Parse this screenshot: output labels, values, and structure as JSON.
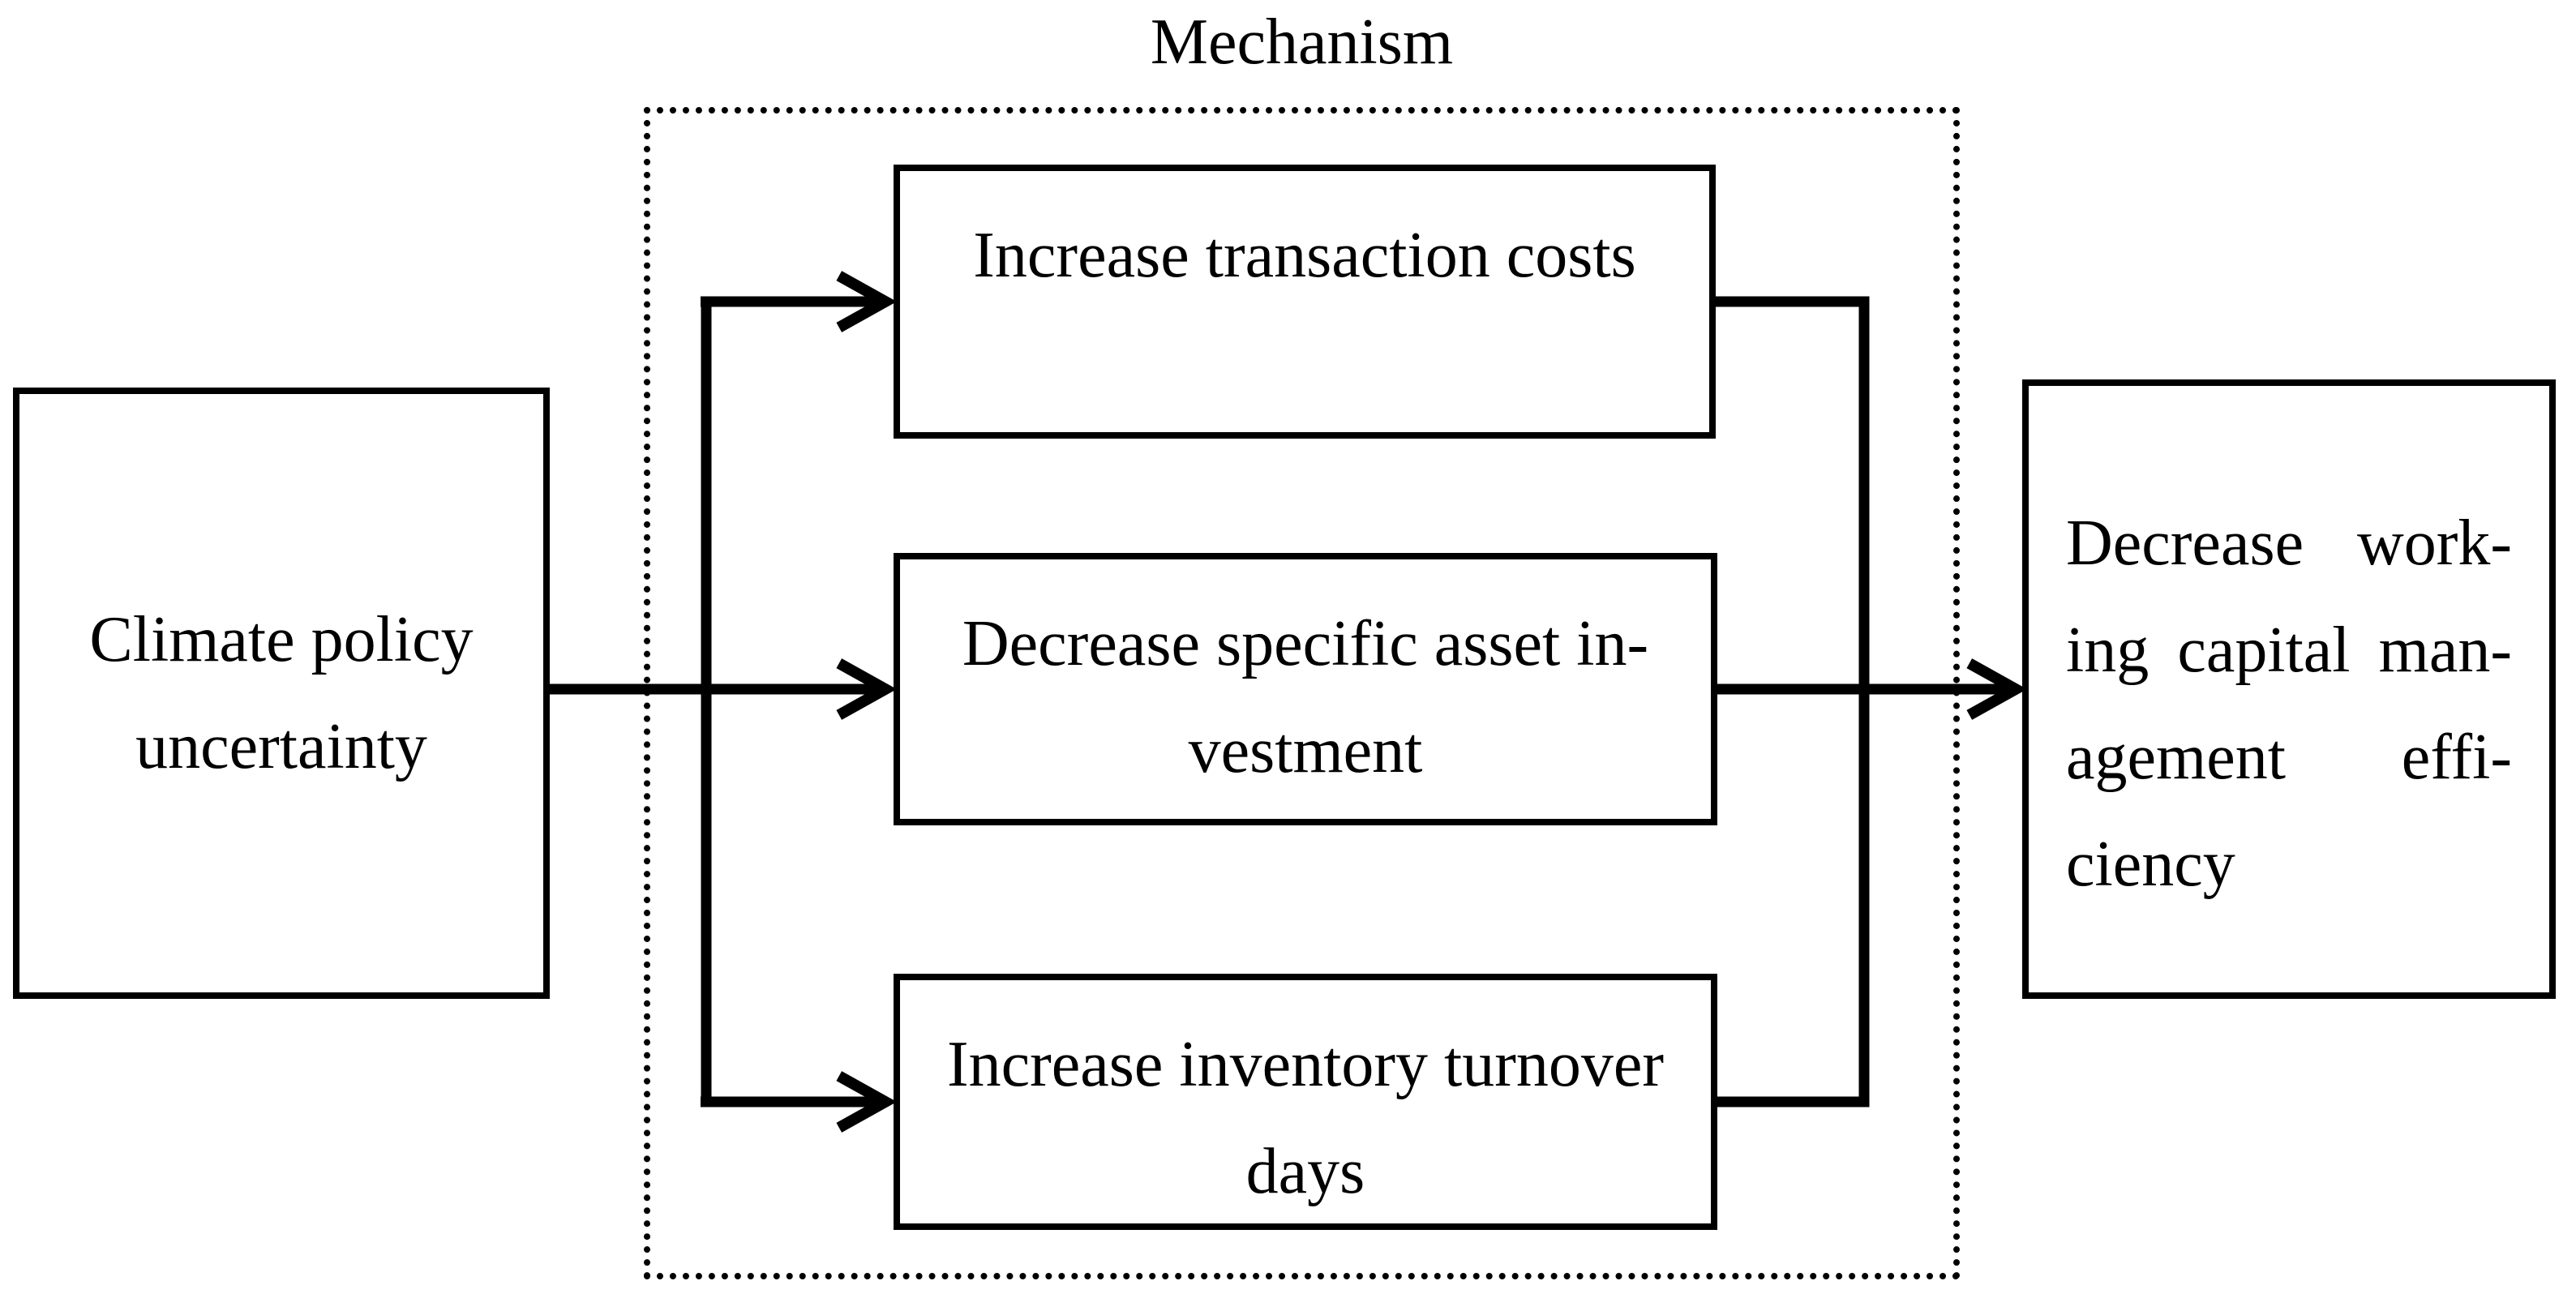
{
  "title": "Mechanism",
  "colors": {
    "ink": "#000000",
    "background": "#ffffff"
  },
  "nodes": {
    "source": {
      "id": "climate-policy-uncertainty",
      "lines": [
        "Climate policy",
        "uncertainty"
      ]
    },
    "mech1": {
      "id": "increase-transaction-costs",
      "lines": [
        "Increase transaction costs"
      ]
    },
    "mech2": {
      "id": "decrease-specific-asset-investment",
      "lines": [
        "Decrease specific asset in-",
        "vestment"
      ]
    },
    "mech3": {
      "id": "increase-inventory-turnover-days",
      "lines": [
        "Increase inventory turnover",
        "days"
      ]
    },
    "outcome": {
      "id": "decrease-working-capital-management-efficiency",
      "lines_words": [
        [
          "Decrease",
          "work-"
        ],
        [
          "ing",
          "capital",
          "man-"
        ],
        [
          "agement",
          "effi-"
        ],
        [
          "ciency"
        ]
      ]
    }
  },
  "edges": [
    {
      "from": "climate-policy-uncertainty",
      "to": "increase-transaction-costs"
    },
    {
      "from": "climate-policy-uncertainty",
      "to": "decrease-specific-asset-investment"
    },
    {
      "from": "climate-policy-uncertainty",
      "to": "increase-inventory-turnover-days"
    },
    {
      "from": "mechanism-group",
      "to": "decrease-working-capital-management-efficiency"
    }
  ]
}
